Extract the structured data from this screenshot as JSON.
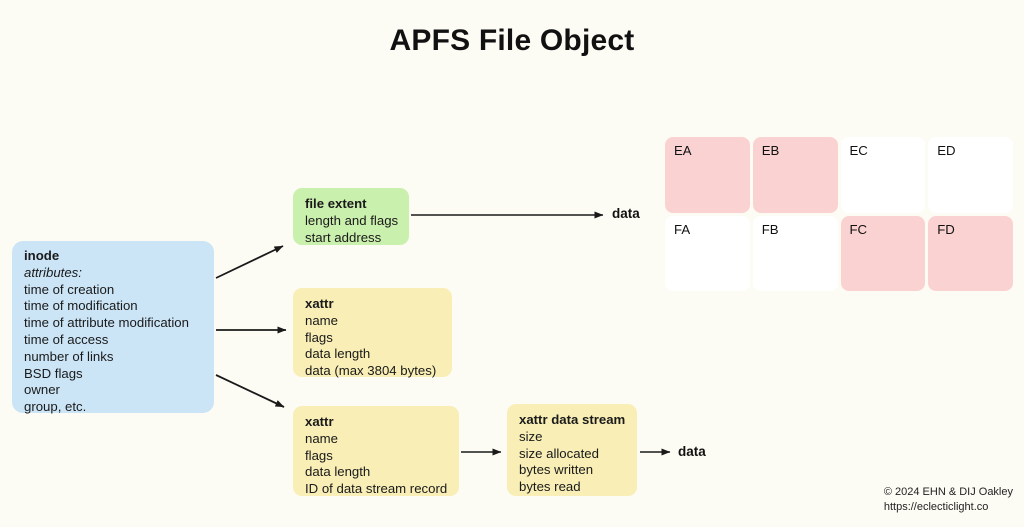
{
  "title": "APFS File Object",
  "inode": {
    "title": "inode",
    "subtitle": "attributes:",
    "lines": [
      "time of creation",
      "time of modification",
      "time of attribute modification",
      "time of access",
      "number of links",
      "BSD flags",
      "owner",
      "group, etc."
    ]
  },
  "file_extent": {
    "title": "file extent",
    "lines": [
      "length and flags",
      "start address"
    ]
  },
  "xattr_inline": {
    "title": "xattr",
    "lines": [
      "name",
      "flags",
      "data length",
      "data (max 3804 bytes)"
    ]
  },
  "xattr_stream": {
    "title": "xattr",
    "lines": [
      "name",
      "flags",
      "data length",
      "ID of data stream record"
    ]
  },
  "xattr_data_stream": {
    "title": "xattr data stream",
    "lines": [
      "size",
      "size allocated",
      "bytes written",
      "bytes read"
    ]
  },
  "data_labels": {
    "extent": "data",
    "stream": "data"
  },
  "block_grid": {
    "cells": [
      {
        "label": "EA",
        "state": "used"
      },
      {
        "label": "EB",
        "state": "used"
      },
      {
        "label": "EC",
        "state": "free"
      },
      {
        "label": "ED",
        "state": "free"
      },
      {
        "label": "FA",
        "state": "free"
      },
      {
        "label": "FB",
        "state": "free"
      },
      {
        "label": "FC",
        "state": "used"
      },
      {
        "label": "FD",
        "state": "used"
      }
    ]
  },
  "credit": {
    "line1": "© 2024 EHN & DIJ Oakley",
    "line2": "https://eclecticlight.co"
  },
  "colors": {
    "background": "#fdfcf4",
    "inode": "#cbe5f7",
    "file_extent": "#caf0ae",
    "xattr": "#f8eeb6",
    "block_used": "#fbd2d2",
    "block_free": "#ffffff",
    "arrow": "#1a1a1a"
  }
}
